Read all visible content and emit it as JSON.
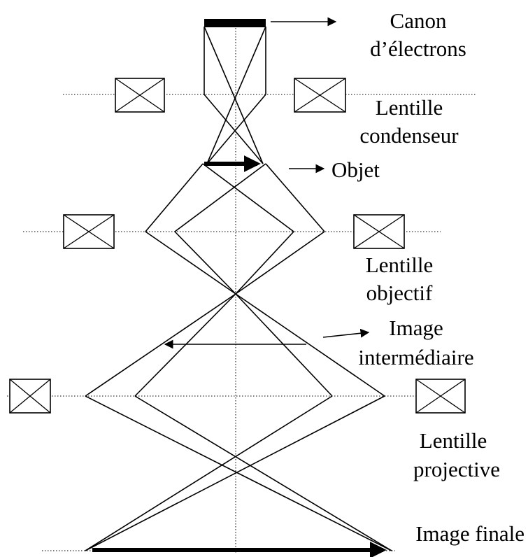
{
  "labels": {
    "gun_line1": "Canon",
    "gun_line2": "d’électrons",
    "condenser_line1": "Lentille",
    "condenser_line2": "condenseur",
    "object": "Objet",
    "objective_line1": "Lentille",
    "objective_line2": "objectif",
    "intermediate_line1": "Image",
    "intermediate_line2": "intermédiaire",
    "projective_line1": "Lentille",
    "projective_line2": "projective",
    "final_image": "Image finale"
  }
}
